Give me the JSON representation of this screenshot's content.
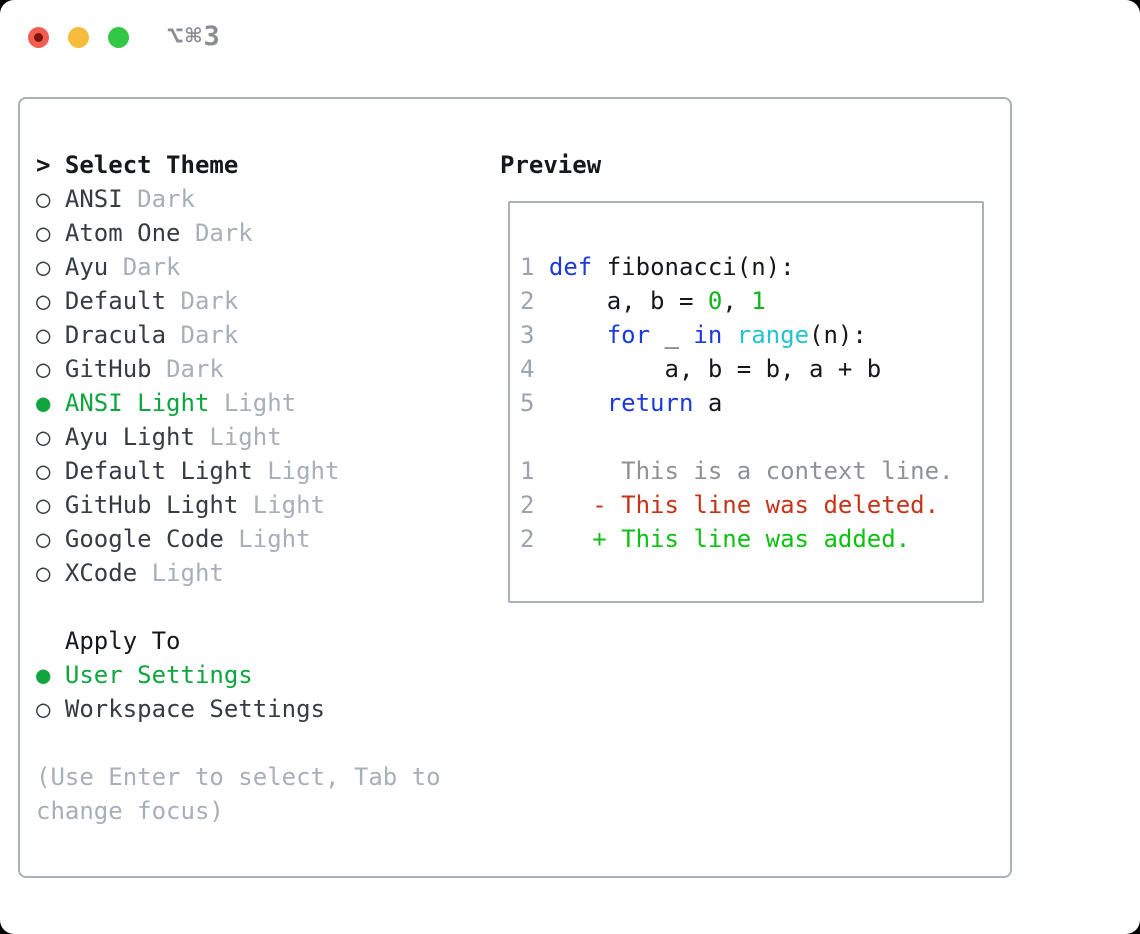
{
  "window": {
    "title": "⌥⌘3"
  },
  "icons": {
    "radio_unselected": "○",
    "radio_selected": "●",
    "prompt_caret": ">"
  },
  "theme_list": {
    "header": "Select Theme",
    "items": [
      {
        "name": "ANSI",
        "variant": "Dark",
        "selected": false
      },
      {
        "name": "Atom One",
        "variant": "Dark",
        "selected": false
      },
      {
        "name": "Ayu",
        "variant": "Dark",
        "selected": false
      },
      {
        "name": "Default",
        "variant": "Dark",
        "selected": false
      },
      {
        "name": "Dracula",
        "variant": "Dark",
        "selected": false
      },
      {
        "name": "GitHub",
        "variant": "Dark",
        "selected": false
      },
      {
        "name": "ANSI Light",
        "variant": "Light",
        "selected": true
      },
      {
        "name": "Ayu Light",
        "variant": "Light",
        "selected": false
      },
      {
        "name": "Default Light",
        "variant": "Light",
        "selected": false
      },
      {
        "name": "GitHub Light",
        "variant": "Light",
        "selected": false
      },
      {
        "name": "Google Code",
        "variant": "Light",
        "selected": false
      },
      {
        "name": "XCode",
        "variant": "Light",
        "selected": false
      }
    ]
  },
  "apply_to": {
    "header": "Apply To",
    "options": [
      {
        "label": "User Settings",
        "selected": true
      },
      {
        "label": "Workspace Settings",
        "selected": false
      }
    ]
  },
  "help_lines": [
    "(Use Enter to select, Tab to",
    "change focus)"
  ],
  "preview": {
    "header": "Preview",
    "lines": [
      {
        "num": "1",
        "tokens": [
          [
            "kw",
            "def"
          ],
          [
            "pl",
            " fibonacci(n):"
          ]
        ]
      },
      {
        "num": "2",
        "tokens": [
          [
            "pl",
            "    a, b = "
          ],
          [
            "num",
            "0"
          ],
          [
            "pl",
            ", "
          ],
          [
            "num",
            "1"
          ]
        ]
      },
      {
        "num": "3",
        "tokens": [
          [
            "pl",
            "    "
          ],
          [
            "kw",
            "for"
          ],
          [
            "pl",
            " _ "
          ],
          [
            "kw",
            "in"
          ],
          [
            "pl",
            " "
          ],
          [
            "fn",
            "range"
          ],
          [
            "pl",
            "(n):"
          ]
        ]
      },
      {
        "num": "4",
        "tokens": [
          [
            "pl",
            "        a, b = b, a + b"
          ]
        ]
      },
      {
        "num": "5",
        "tokens": [
          [
            "pl",
            "    "
          ],
          [
            "kw",
            "return"
          ],
          [
            "pl",
            " a"
          ]
        ]
      },
      {
        "num": "",
        "tokens": []
      },
      {
        "num": "1",
        "tokens": [
          [
            "ctx",
            "     This is a context line."
          ]
        ]
      },
      {
        "num": "2",
        "tokens": [
          [
            "del",
            "   - This line was deleted."
          ]
        ]
      },
      {
        "num": "2",
        "tokens": [
          [
            "add",
            "   + This line was added."
          ]
        ]
      }
    ]
  },
  "colors": {
    "black": "#15181c",
    "item-dark": "#363c43",
    "muted": "#a7afb9",
    "border": "#a9b1bb",
    "green": "#10a53f",
    "syngreen": "#0db41c",
    "addgreen": "#0cc112",
    "blue": "#1c3ad8",
    "cyan": "#25c3ce",
    "red": "#c53418",
    "ctx-gray": "#8e9196",
    "lnum": "#9aa4b0",
    "title-gray": "#8a8e94",
    "tl-red": "#f15e51",
    "tl-red-dot": "#7c150d",
    "tl-yellow": "#f8bc3d",
    "tl-green": "#33c748"
  }
}
